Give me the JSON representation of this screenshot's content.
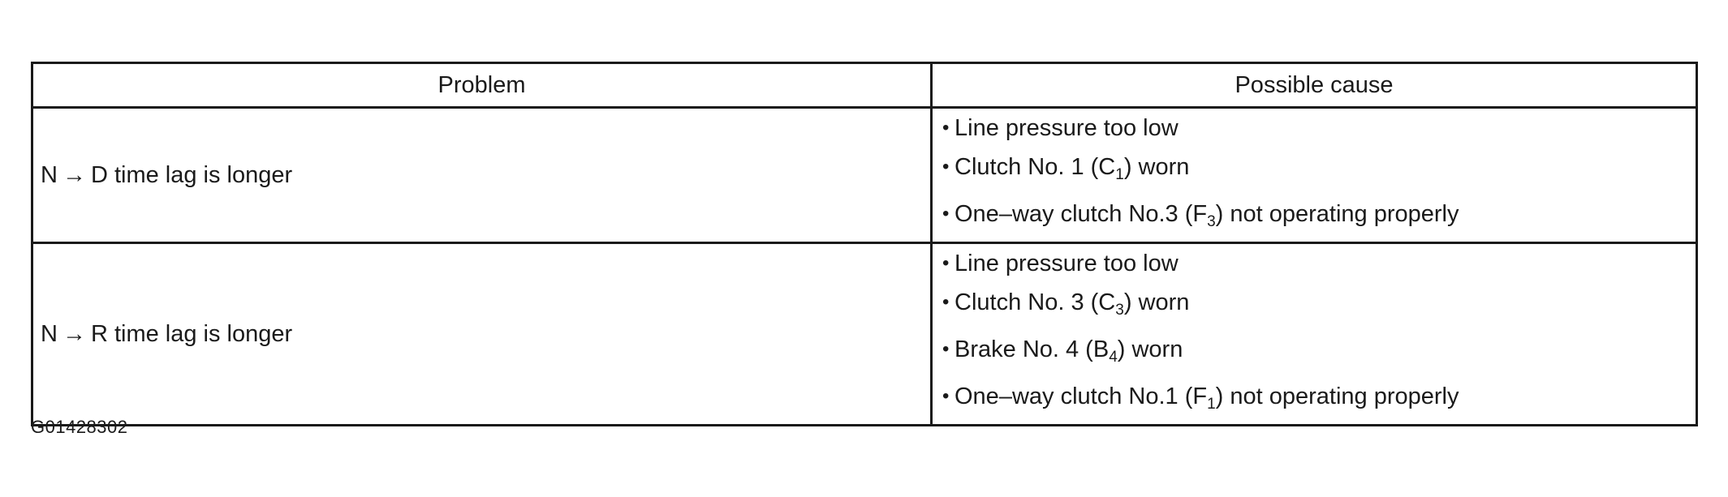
{
  "table": {
    "headers": {
      "problem": "Problem",
      "cause": "Possible cause"
    },
    "rows": [
      {
        "problem": {
          "from": "N",
          "arrow": "→",
          "rest": "D time lag is longer"
        },
        "causes": [
          {
            "before": "Line pressure too low",
            "sub": "",
            "after": ""
          },
          {
            "before": "Clutch No. 1 (C",
            "sub": "1",
            "after": ") worn"
          },
          {
            "before": "One–way clutch No.3 (F",
            "sub": "3",
            "after": ") not operating properly"
          }
        ]
      },
      {
        "problem": {
          "from": "N",
          "arrow": "→",
          "rest": "R time lag is longer"
        },
        "causes": [
          {
            "before": "Line pressure too low",
            "sub": "",
            "after": ""
          },
          {
            "before": "Clutch No. 3 (C",
            "sub": "3",
            "after": ") worn"
          },
          {
            "before": "Brake No. 4 (B",
            "sub": "4",
            "after": ") worn"
          },
          {
            "before": "One–way clutch No.1 (F",
            "sub": "1",
            "after": ") not operating properly"
          }
        ]
      }
    ],
    "bullet": "•"
  },
  "figure_id": "G01428302"
}
